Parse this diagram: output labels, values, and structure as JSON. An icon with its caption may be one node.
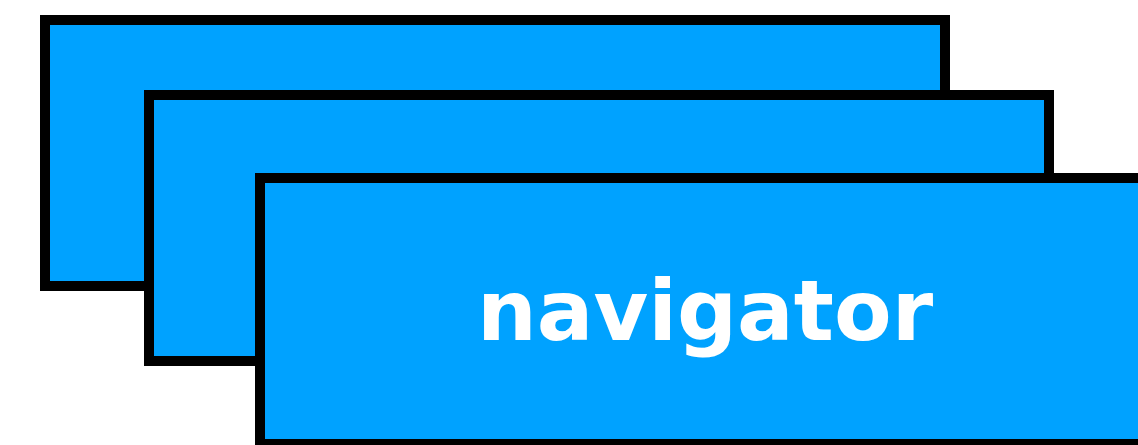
{
  "diagram": {
    "nodes": [
      {
        "text": [],
        "shape": "box"
      },
      {
        "text": [],
        "shape": "box"
      },
      {
        "text": [
          "navigator"
        ]
      }
    ]
  }
}
